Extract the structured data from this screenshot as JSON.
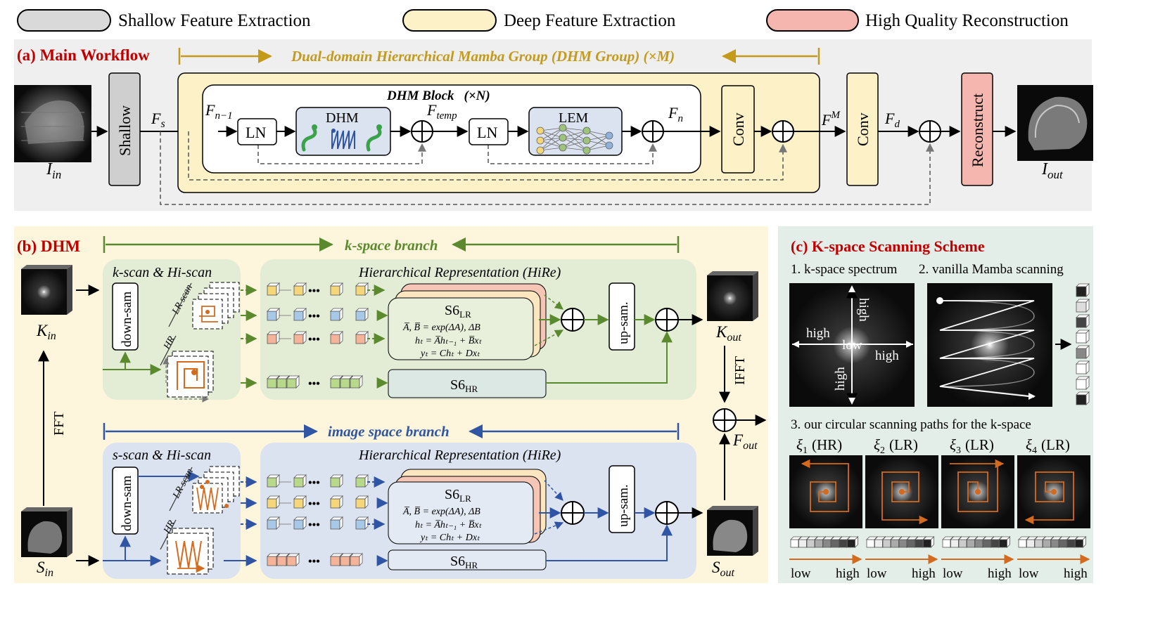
{
  "legend": [
    {
      "label": "Shallow Feature Extraction",
      "color": "#d9d9d9"
    },
    {
      "label": "Deep Feature Extraction",
      "color": "#fdf1c7"
    },
    {
      "label": "High Quality Reconstruction",
      "color": "#f4b6ae"
    }
  ],
  "panel_a": {
    "title": "(a) Main Workflow",
    "group_title": "Dual-domain Hierarchical Mamba Group (DHM Group) (×M)",
    "block_title": "DHM Block",
    "block_repeat": "(×N)",
    "shallow": "Shallow",
    "ln1": "LN",
    "dhm": "DHM",
    "ln2": "LN",
    "lem": "LEM",
    "conv1": "Conv",
    "conv2": "Conv",
    "reconstruct": "Reconstruct",
    "labels": {
      "fs": "F",
      "fs_sub": "s",
      "fn1": "F",
      "fn1_sub": "n−1",
      "ftemp": "F",
      "ftemp_sub": "temp",
      "fn": "F",
      "fn_sub": "n",
      "fm": "F",
      "fm_sup": "M",
      "fd": "F",
      "fd_sub": "d",
      "iin": "I",
      "iin_sub": "in",
      "iout": "I",
      "iout_sub": "out"
    }
  },
  "panel_b": {
    "title": "(b) DHM",
    "k_branch": "k-space branch",
    "img_branch": "image space branch",
    "k_scan_title": "k-scan & Hi-scan",
    "s_scan_title": "s-scan & Hi-scan",
    "down_sam": "down-sam",
    "up_sam": "up-sam.",
    "lr_scan": "LR scan",
    "hr": "HR",
    "hire_title": "Hierarchical  Representation  (HiRe)",
    "s6_lr": "S6",
    "s6_lr_sub": "LR",
    "s6_hr": "S6",
    "s6_hr_sub": "HR",
    "eq1": "A̅, B̅ = exp(ΔA), ΔB",
    "eq2": "hₜ = A̅hₜ₋₁ + B̅xₜ",
    "eq3": "yₜ = Chₜ + Dxₜ",
    "fft": "FFT",
    "ifft": "IFFT",
    "kin": "K",
    "kin_sub": "in",
    "kout": "K",
    "kout_sub": "out",
    "sin": "S",
    "sin_sub": "in",
    "sout": "S",
    "sout_sub": "out",
    "fout": "F",
    "fout_sub": "out",
    "dots": "•••"
  },
  "panel_c": {
    "title": "(c) K-space Scanning Scheme",
    "sub1": "1. k-space spectrum",
    "sub2": "2. vanilla Mamba scanning",
    "sub3": "3. our circular scanning paths for the k-space",
    "high": "high",
    "low": "low",
    "xi": [
      {
        "sym": "ξ",
        "sub": "1",
        "tag": "(HR)"
      },
      {
        "sym": "ξ",
        "sub": "2",
        "tag": "(LR)"
      },
      {
        "sym": "ξ",
        "sub": "3",
        "tag": "(LR)"
      },
      {
        "sym": "ξ",
        "sub": "4",
        "tag": "(LR)"
      }
    ]
  }
}
